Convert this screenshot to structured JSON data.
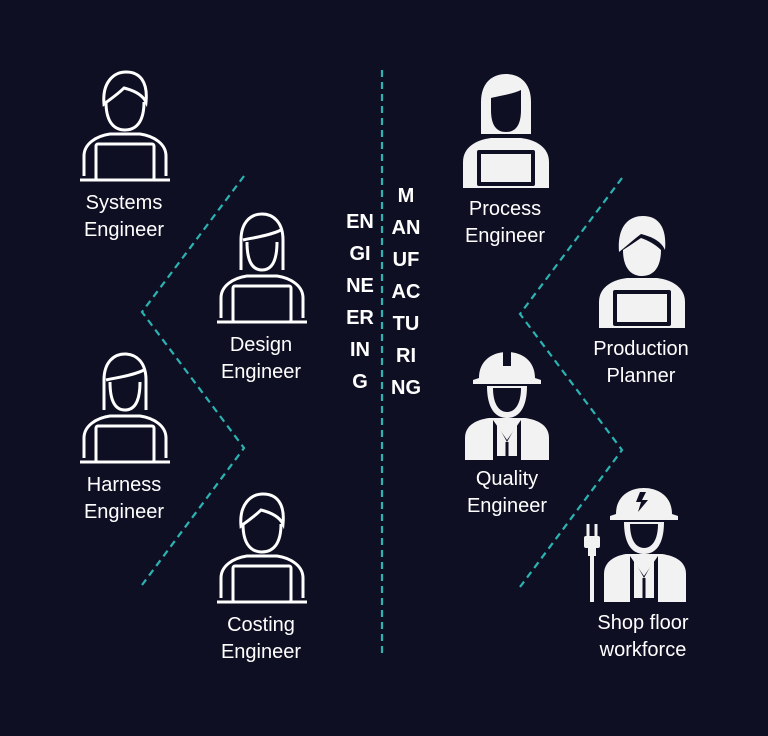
{
  "colors": {
    "background": "#0f0f24",
    "accent_dashed_line": "#2bb3b1",
    "icon_outline": "#ffffff",
    "icon_fill": "#f2f2f2"
  },
  "columns": {
    "engineering": "ENGINEERING",
    "manufacturing": "MANUFACTURING"
  },
  "roles": {
    "systems_engineer": {
      "line1": "Systems",
      "line2": "Engineer",
      "icon": "male-laptop-outline-icon"
    },
    "design_engineer": {
      "line1": "Design",
      "line2": "Engineer",
      "icon": "female-laptop-outline-icon"
    },
    "harness_engineer": {
      "line1": "Harness",
      "line2": "Engineer",
      "icon": "female-laptop-outline-icon"
    },
    "costing_engineer": {
      "line1": "Costing",
      "line2": "Engineer",
      "icon": "male-laptop-outline-icon"
    },
    "process_engineer": {
      "line1": "Process",
      "line2": "Engineer",
      "icon": "female-laptop-filled-icon"
    },
    "production_planner": {
      "line1": "Production",
      "line2": "Planner",
      "icon": "male-laptop-filled-icon"
    },
    "quality_engineer": {
      "line1": "Quality",
      "line2": "Engineer",
      "icon": "hardhat-worker-vest-icon"
    },
    "shop_floor_workforce": {
      "line1": "Shop floor",
      "line2": "workforce",
      "icon": "electrician-plug-icon"
    }
  }
}
